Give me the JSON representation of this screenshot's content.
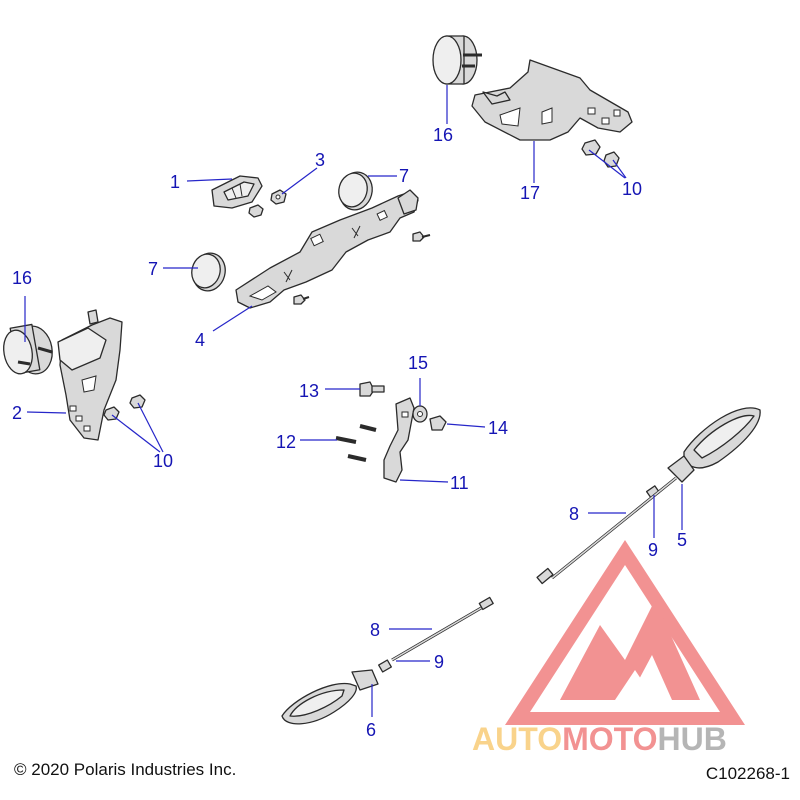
{
  "callouts": {
    "c1": "1",
    "c2": "2",
    "c3": "3",
    "c4": "4",
    "c5": "5",
    "c6": "6",
    "c7a": "7",
    "c7b": "7",
    "c8a": "8",
    "c8b": "8",
    "c9a": "9",
    "c9b": "9",
    "c10a": "10",
    "c10b": "10",
    "c11": "11",
    "c12": "12",
    "c13": "13",
    "c14": "14",
    "c15": "15",
    "c16a": "16",
    "c16b": "16",
    "c17": "17"
  },
  "footer": {
    "copyright": "© 2020 Polaris Industries Inc.",
    "figure_id": "C102268-1"
  },
  "watermark": {
    "text_part1": "AUTO",
    "text_part2": "MOTO",
    "text_part3": "HUB",
    "color_yellow": "#f5b02e",
    "color_red": "#e83a3a",
    "color_gray": "#7a7a7a"
  }
}
